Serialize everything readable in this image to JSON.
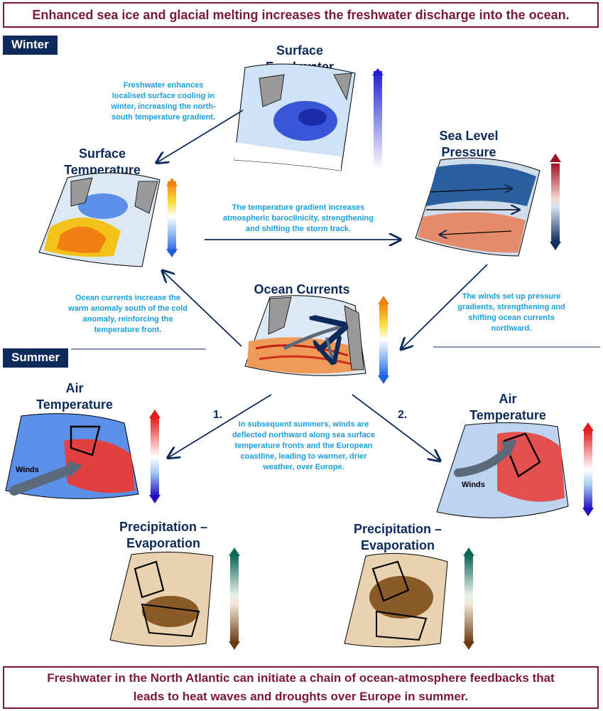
{
  "top_banner": "Enhanced sea ice and glacial melting increases the freshwater discharge into the ocean.",
  "bottom_banner_line1": "Freshwater in the North Atlantic can initiate a chain of ocean-atmosphere feedbacks that",
  "bottom_banner_line2": "leads to heat waves and droughts over Europe in summer.",
  "seasons": {
    "winter": "Winter",
    "summer": "Summer"
  },
  "panels": {
    "surface_freshwater": [
      "Surface",
      "Freshwater"
    ],
    "surface_temperature": [
      "Surface",
      "Temperature"
    ],
    "sea_level_pressure": [
      "Sea Level",
      "Pressure"
    ],
    "ocean_currents": "Ocean Currents",
    "air_temperature_1": [
      "Air",
      "Temperature"
    ],
    "air_temperature_2": [
      "Air",
      "Temperature"
    ],
    "precip_evap_1": [
      "Precipitation –",
      "Evaporation"
    ],
    "precip_evap_2": [
      "Precipitation –",
      "Evaporation"
    ]
  },
  "notes": {
    "freshwater_cooling": [
      "Freshwater enhances",
      "localised surface cooling in",
      "winter, increasing the north-",
      "south temperature gradient."
    ],
    "baroclinicity": [
      "The temperature gradient increases",
      "atmospheric baroclinicity, strengthening",
      "and shifting the storm track."
    ],
    "pressure_gradients": [
      "The winds set up pressure",
      "gradients, strengthening and",
      "shifting ocean currents",
      "northward."
    ],
    "ocean_warm_anomaly": [
      "Ocean currents increase the",
      "warm anomaly south of the cold",
      "anomaly, reinforcing the",
      "temperature front."
    ],
    "summer_winds": [
      "In subsequent summers, winds are",
      "deflected northward along sea surface",
      "temperature fronts and the European",
      "coastline, leading to warmer, drier",
      "weather, over Europe."
    ]
  },
  "steps": {
    "one": "1.",
    "two": "2."
  },
  "winds_label": "Winds",
  "colors": {
    "title_navy": "#0c2a5a",
    "note_blue": "#1a9edb",
    "banner_maroon": "#7a1a32",
    "arrow_navy": "#0c2a5a"
  }
}
